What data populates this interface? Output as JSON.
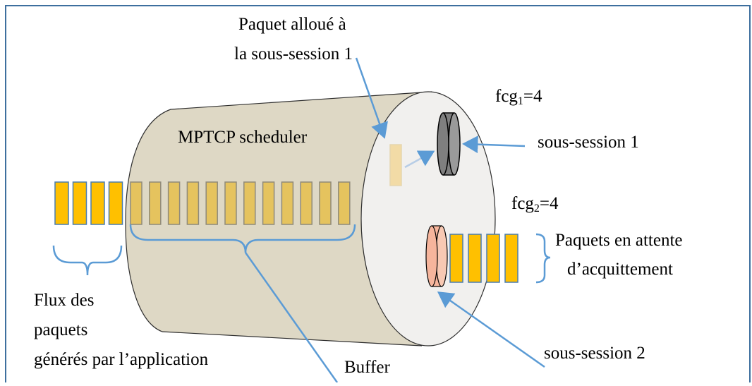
{
  "labels": {
    "allocated_line1": "Paquet alloué à",
    "allocated_line2": "la sous-session 1",
    "scheduler": "MPTCP scheduler",
    "fcg1_base": "fcg",
    "fcg1_sub": "1",
    "fcg1_value": "=4",
    "fcg2_base": "fcg",
    "fcg2_sub": "2",
    "fcg2_value": "=4",
    "subsession1": "sous-session 1",
    "subsession2": "sous-session 2",
    "waiting_line1": "Paquets en attente",
    "waiting_line2": "d’acquittement",
    "flow_line1": "Flux des",
    "flow_line2": "paquets",
    "flow_line3": "générés par l’application",
    "buffer": "Buffer"
  },
  "counts": {
    "incoming_packets": 4,
    "buffer_packets": 12,
    "waiting_packets": 4
  },
  "colors": {
    "frame": "#3d6f9e",
    "cylinder_fill": "#ded8c5",
    "cylinder_stroke": "#2f2f2f",
    "cylinder_face": "#f1f0ee",
    "packet_fill": "#ffc000",
    "packet_stroke": "#4a7db0",
    "buffer_packet_fill": "#e5c35e",
    "buffer_packet_stroke": "#8f8a7a",
    "allocated_packet_fill": "#f2dba6",
    "subsession1_disk": "#7f7f7f",
    "subsession2_disk": "#f6b59c",
    "arrow": "#5b9bd5"
  }
}
